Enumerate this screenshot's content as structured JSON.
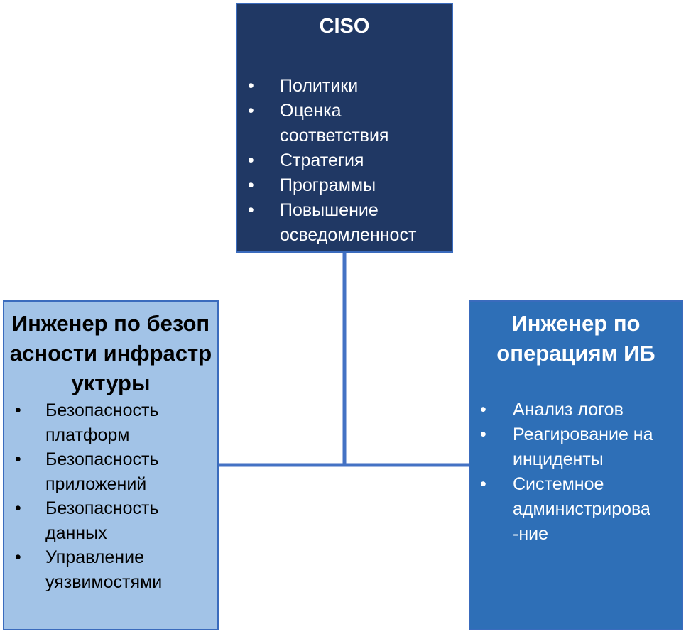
{
  "ciso": {
    "title": "CISO",
    "items": [
      "Политики",
      "Оценка соответствия",
      "Стратегия",
      "Программы",
      "Повышение осведомленност"
    ]
  },
  "infrastructure_engineer": {
    "title": "Инженер по безопасности инфраструктуры",
    "items": [
      "Безопасность платформ",
      "Безопасность приложений",
      "Безопасность данных",
      "Управление уязвимостями"
    ]
  },
  "operations_engineer": {
    "title": "Инженер по операциям ИБ",
    "items": [
      "Анализ логов",
      "Реагирование на инциденты",
      "Системное администрирова -ние"
    ]
  },
  "colors": {
    "ciso_fill": "#203864",
    "infra_fill": "#a2c3e7",
    "ops_fill": "#2e6fb7",
    "connector": "#4472c4"
  }
}
